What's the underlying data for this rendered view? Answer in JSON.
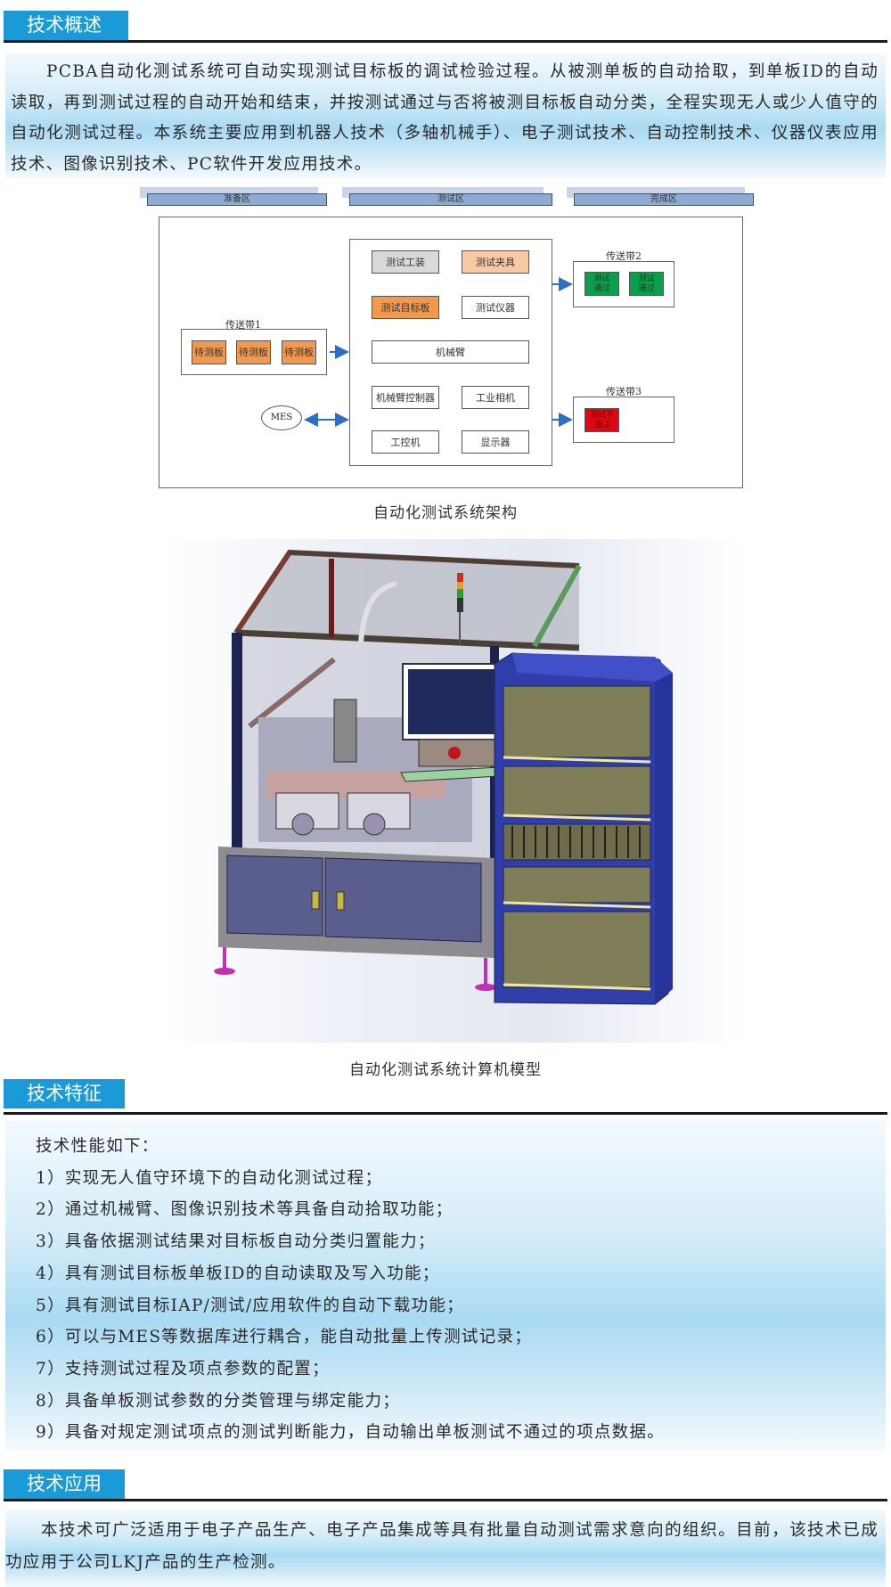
{
  "sections": {
    "overview": {
      "title": "技术概述",
      "paragraph": "PCBA自动化测试系统可自动实现测试目标板的调试检验过程。从被测单板的自动拾取，到单板ID的自动读取，再到测试过程的自动开始和结束，并按测试通过与否将被测目标板自动分类，全程实现无人或少人值守的自动化测试过程。本系统主要应用到机器人技术（多轴机械手）、电子测试技术、自动控制技术、仪器仪表应用技术、图像识别技术、PC软件开发应用技术。"
    },
    "features": {
      "title": "技术特征",
      "intro": "技术性能如下：",
      "items": [
        "1）实现无人值守环境下的自动化测试过程；",
        "2）通过机械臂、图像识别技术等具备自动拾取功能；",
        "3）具备依据测试结果对目标板自动分类归置能力；",
        "4）具有测试目标板单板ID的自动读取及写入功能；",
        "5）具有测试目标IAP/测试/应用软件的自动下载功能；",
        "6）可以与MES等数据库进行耦合，能自动批量上传测试记录；",
        "7）支持测试过程及项点参数的配置；",
        "8）具备单板测试参数的分类管理与绑定能力；",
        "9）具备对规定测试项点的测试判断能力，自动输出单板测试不通过的项点数据。"
      ]
    },
    "application": {
      "title": "技术应用",
      "paragraph": "本技术可广泛适用于电子产品生产、电子产品集成等具有批量自动测试需求意向的组织。目前，该技术已成功应用于公司LKJ产品的生产检测。"
    }
  },
  "diagram": {
    "zones": [
      "准备区",
      "测试区",
      "完成区"
    ],
    "conveyor1": {
      "label": "传送带1",
      "items": [
        "待测板",
        "待测板",
        "待测板"
      ]
    },
    "test_area": {
      "cells": [
        "测试工装",
        "测试夹具",
        "测试目标板",
        "测试仪器",
        "机械臂",
        "机械臂控制器",
        "工业相机",
        "工控机",
        "显示器"
      ]
    },
    "conveyor2": {
      "label": "传送带2",
      "items": [
        "测试\n通过",
        "测试\n通过"
      ]
    },
    "conveyor3": {
      "label": "传送带3",
      "items": [
        "测试不\n通过"
      ]
    },
    "mes": "MES",
    "caption": "自动化测试系统架构",
    "colors": {
      "arrow": "#2e6fc4",
      "orange": "#f19a4f",
      "peach": "#f8c9a4",
      "pass": "#0aa04b",
      "fail": "#e20613"
    }
  },
  "model": {
    "caption": "自动化测试系统计算机模型"
  },
  "colors": {
    "header": "#1a9ad6",
    "rule": "#1b1b1b"
  }
}
